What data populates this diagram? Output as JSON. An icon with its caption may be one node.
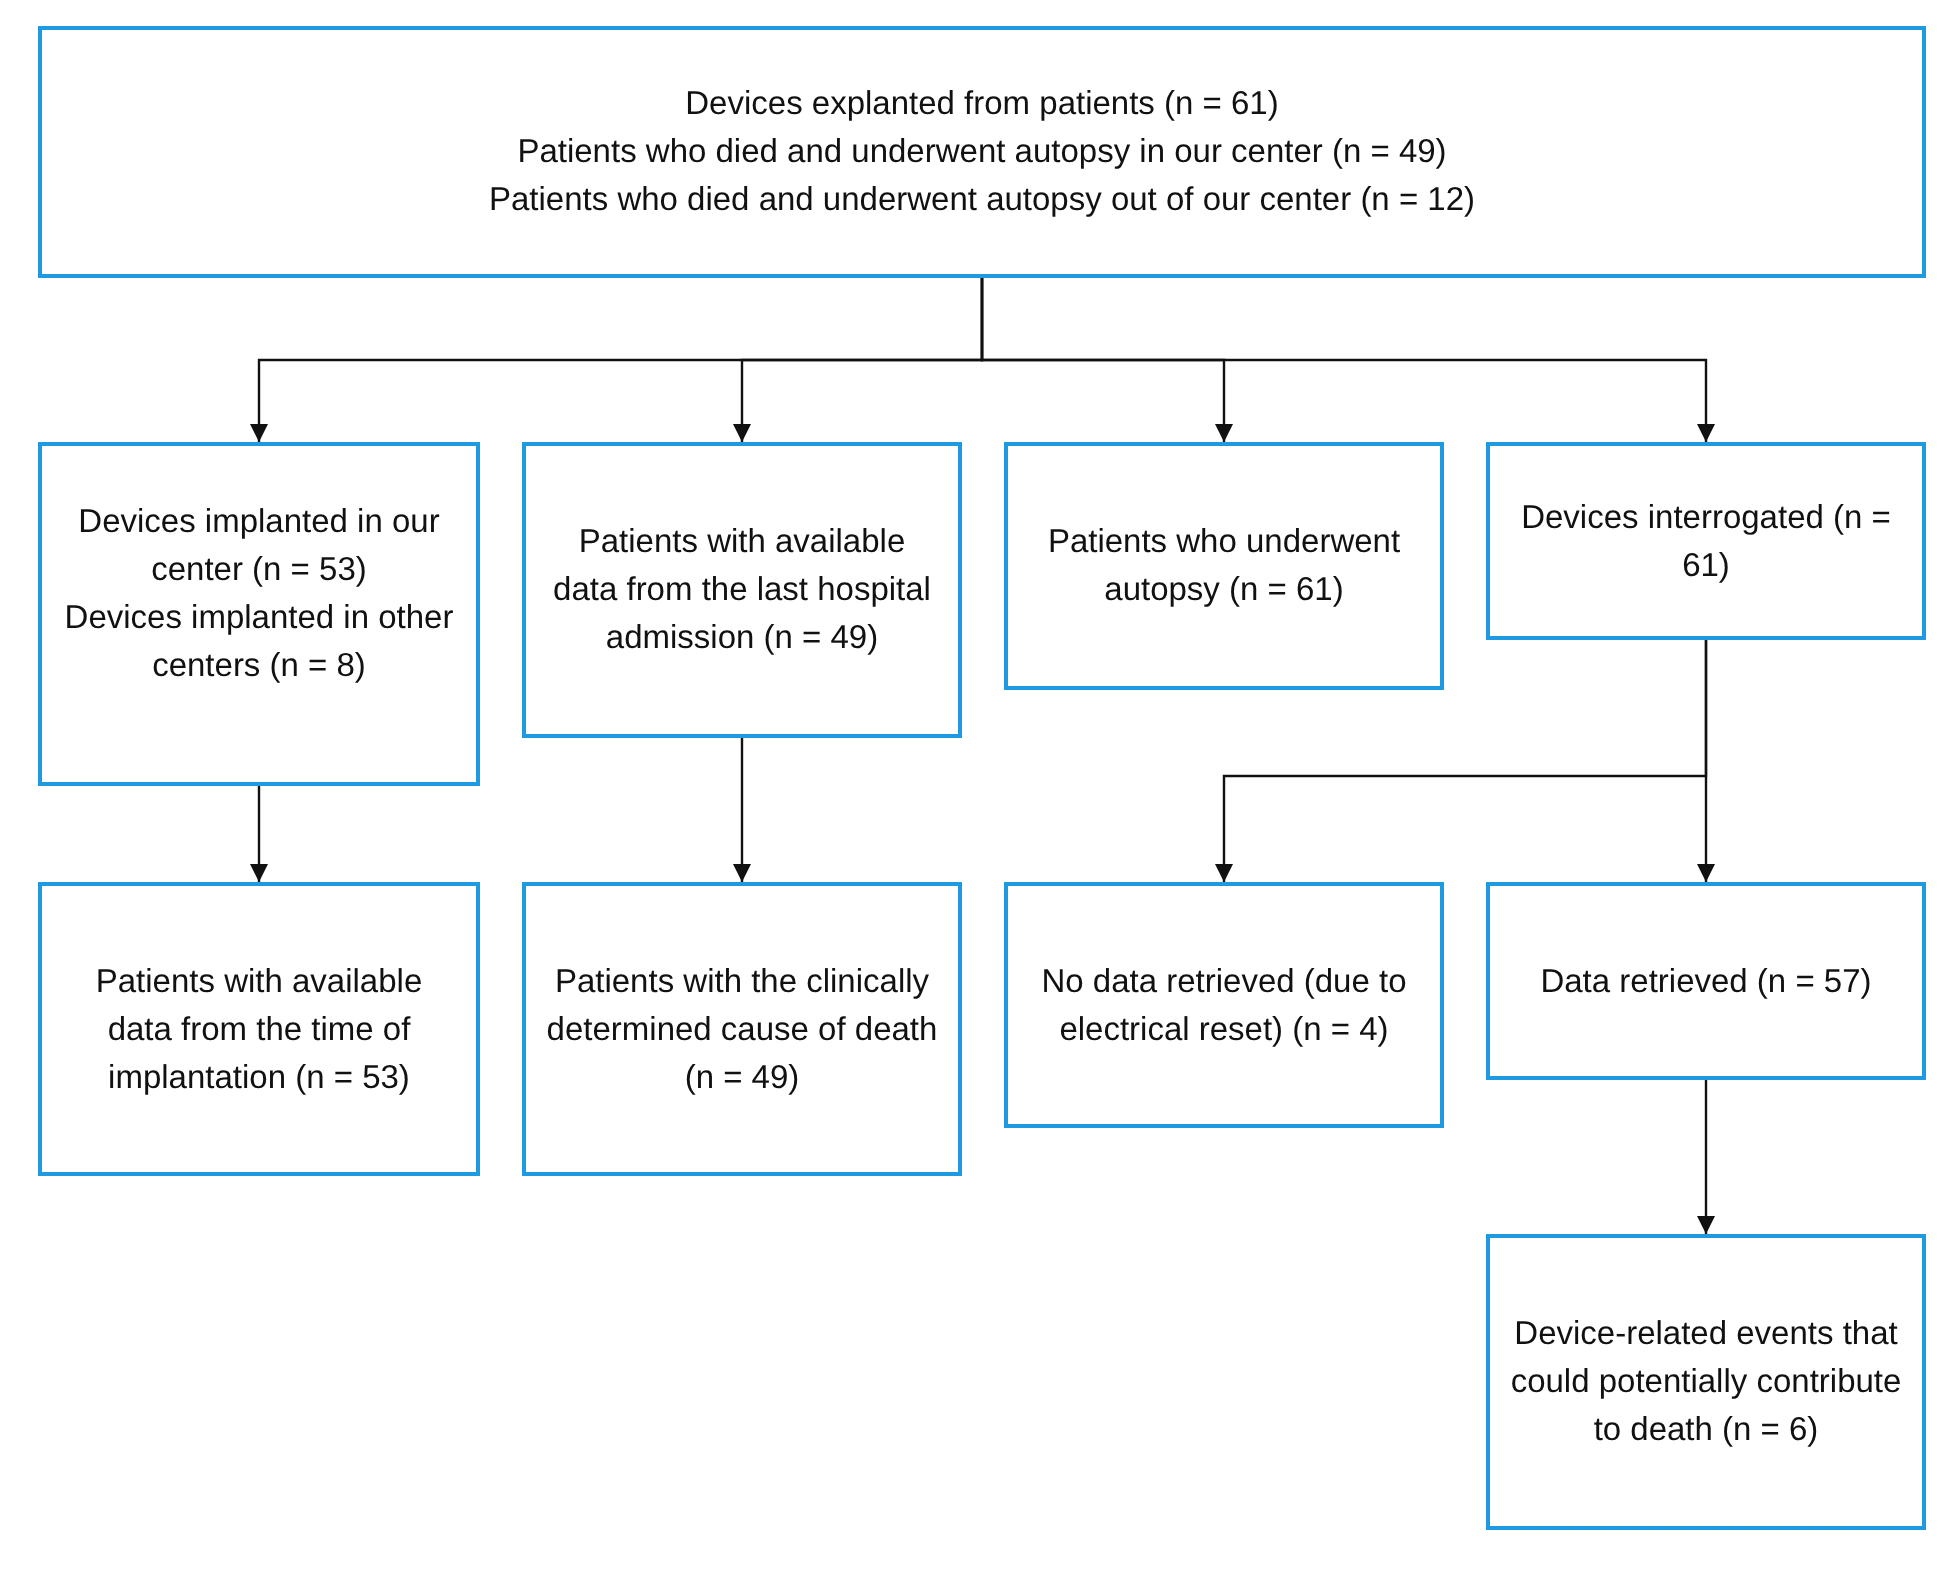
{
  "diagram": {
    "nodes": [
      {
        "text": [
          "Devices explanted from patients (n = 61)",
          "Patients who died and underwent autopsy in our center (n = 49)",
          "Patients who died and underwent autopsy out of our center (n = 12)"
        ]
      },
      {
        "text": [
          "Devices implanted in our center (n = 53)",
          "Devices implanted in other centers (n = 8)"
        ]
      },
      {
        "text": [
          "Patients with available data from the last hospital admission (n = 49)"
        ]
      },
      {
        "text": [
          "Patients who underwent autopsy (n = 61)"
        ]
      },
      {
        "text": [
          "Devices interrogated (n = 61)"
        ]
      },
      {
        "text": [
          "Patients with available data from the time of implantation (n = 53)"
        ]
      },
      {
        "text": [
          "Patients with the clinically determined cause of death (n = 49)"
        ]
      },
      {
        "text": [
          "No data retrieved (due to electrical reset) (n = 4)"
        ]
      },
      {
        "text": [
          "Data retrieved (n = 57)"
        ]
      },
      {
        "text": [
          "Device-related events that could potentially contribute to death (n = 6)"
        ]
      }
    ],
    "edges": [
      {
        "from": 0,
        "to": 1,
        "arrow": "to"
      },
      {
        "from": 0,
        "to": 2,
        "arrow": "to"
      },
      {
        "from": 0,
        "to": 3,
        "arrow": "to"
      },
      {
        "from": 0,
        "to": 4,
        "arrow": "to"
      },
      {
        "from": 1,
        "to": 5,
        "arrow": "to"
      },
      {
        "from": 2,
        "to": 6,
        "arrow": "to"
      },
      {
        "from": 4,
        "to": 7,
        "arrow": "to"
      },
      {
        "from": 4,
        "to": 8,
        "arrow": "to"
      },
      {
        "from": 8,
        "to": 9,
        "arrow": "to"
      }
    ]
  }
}
